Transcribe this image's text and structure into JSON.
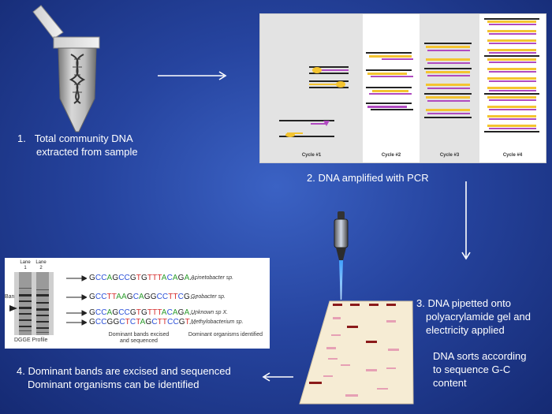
{
  "steps": {
    "step1": {
      "number": "1.",
      "line1": "Total community DNA",
      "line2": "extracted from sample"
    },
    "step2": {
      "text": "2. DNA amplified with PCR"
    },
    "step3": {
      "line1": "3. DNA pipetted onto",
      "line2": "polyacrylamide gel and",
      "line3": "electricity applied"
    },
    "step3_note": {
      "line1": "DNA sorts according",
      "line2": "to sequence G-C",
      "line3": "content"
    },
    "step4": {
      "line1": "4. Dominant bands are excised and sequenced",
      "line2": "Dominant organisms can be identified"
    }
  },
  "pcr": {
    "cycles": [
      "Cycle #1",
      "Cycle #2",
      "Cycle #3",
      "Cycle #4"
    ]
  },
  "dgge": {
    "lanes": [
      {
        "line1": "Lane",
        "line2": "1"
      },
      {
        "line1": "Lane",
        "line2": "2"
      }
    ],
    "band_label": "Band",
    "profile_label": "DGGE Profile",
    "excised_label_1": "Dominant bands excised",
    "excised_label_2": "and sequenced",
    "identified_label": "Dominant organisms identified",
    "rows": [
      {
        "sequence": "GCCAGCCGTGTTTACAGA...",
        "organism": "Acinetobacter sp."
      },
      {
        "sequence": "GCCTTAAGCAGGCCTTCG...",
        "organism": "Geobacter sp."
      },
      {
        "sequence": "GCCAGCCGTGTTTACAGA...",
        "organism": "Unknown sp X."
      },
      {
        "sequence": "GCCGGCTCTAGCTTCCGT...",
        "organism": "Methylobacterium sp."
      }
    ],
    "base_colors": {
      "A": "#2e9d2e",
      "C": "#2a4fd8",
      "G": "#222222",
      "T": "#d62e2e"
    }
  },
  "colors": {
    "accent": "#ffffff",
    "pcr_yellow": "#f4c430",
    "pcr_magenta": "#b04ac0",
    "gel": "#f6ecd4",
    "band": "#8b1a1a",
    "pipette_tip": "#3fa0ff"
  }
}
